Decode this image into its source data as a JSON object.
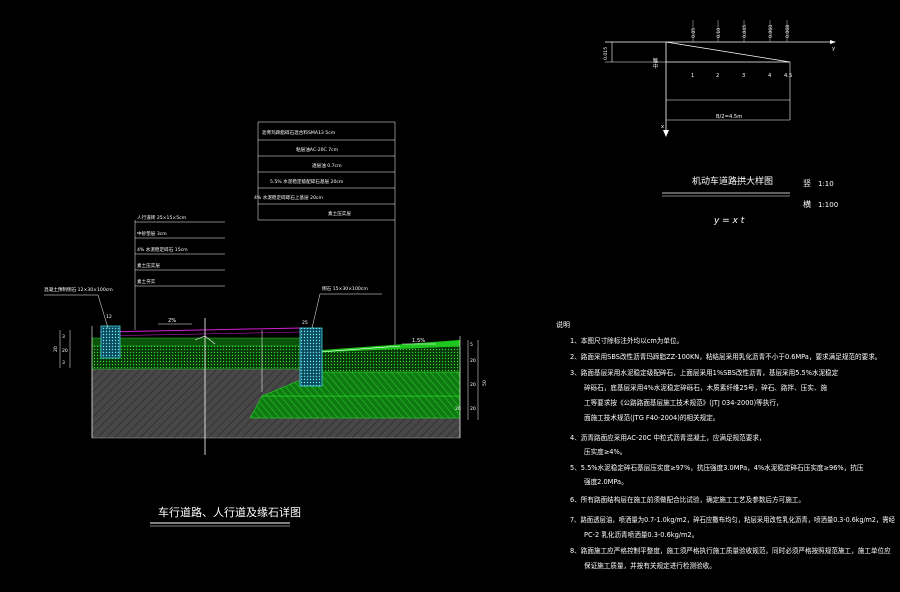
{
  "titles": {
    "main_detail": "车行道路、人行道及缘石详图",
    "crown_detail": "机动车道路拱大样图",
    "formula": "y = x t"
  },
  "scales": {
    "vertical_label": "竖",
    "vertical_value": "1:10",
    "horizontal_label": "横",
    "horizontal_value": "1:100"
  },
  "crown": {
    "top_values": [
      "0.05",
      "0.10",
      "0.045",
      "0.060",
      "0.068"
    ],
    "x_ticks": [
      "1",
      "2",
      "3",
      "4",
      "4.5"
    ],
    "axis_y": "y",
    "axis_x": "x",
    "side_label": "路中",
    "left_value": "0.015",
    "width_label": "B/2=4.5m"
  },
  "roadway_callouts": [
    "沥青玛蹄脂碎石混合料SMA13 5cm",
    "粘层油AC-20C 7cm",
    "透层油 0.7cm",
    "5.5% 水泥稳定级配碎石基层 20cm",
    "4% 水泥稳定碎砾石上基层 20cm",
    "素土压实层"
  ],
  "sidewalk_callouts": [
    "人行道砖 25×15×5cm",
    "中砂垫层 3cm",
    "4% 水泥稳定碎石 15cm",
    "素土压实层",
    "素土夯实"
  ],
  "curb_labels": {
    "left_curb": "混凝土预制侧石 12×30×100cm",
    "right_curb": "侧石 15×30×100cm",
    "left_size": "12",
    "right_size": "25",
    "right_size2": "15"
  },
  "slopes": {
    "sidewalk": "2%",
    "road": "1.5%"
  },
  "dimensions": {
    "left": [
      "3",
      "20",
      "3"
    ],
    "right": [
      "5",
      "20",
      "20",
      "50",
      "20"
    ]
  },
  "notes_title": "说明",
  "notes": [
    "1、本图尺寸除标注外均以cm为单位。",
    "2、路面采用SBS改性沥青玛蹄脂ZZ-100KN，粘结层采用乳化沥青不小于0.6MPa，要求满足规范的要求。",
    "3、路面基层采用水泥稳定级配碎石，上面层采用1%SBS改性沥青，基层采用5.5%水泥稳定",
    "碎砾石，底基层采用4%水泥稳定碎砾石，木质素纤维25号，碎石、路拌、压实、施",
    "工等要求按《公路路面基层施工技术规范》(JTJ 034-2000)等执行，",
    "面施工技术规范(JTG F40-2004)的相关规定。",
    "4、沥青路面应采用AC-20C 中粒式沥青混凝土，应满足规范要求，",
    "压实度≥4%。",
    "5、5.5%水泥稳定碎石基层压实度≥97%，抗压强度3.0MPa，4%水泥稳定碎石压实度≥96%，抗压",
    "强度2.0MPa。",
    "6、所有路面结构层在施工前须做配合比试验，确定施工工艺及参数后方可施工。",
    "7、路面透层油，喷洒量为0.7-1.0kg/m2，碎石应撒布均匀，粘层采用改性乳化沥青，喷洒量0.3-0.6kg/m2，需经",
    "PC-2 乳化沥青喷洒量0.3-0.6kg/m2。",
    "8、路面施工应严格控制平整度，施工须严格执行施工质量验收规范，同时必须严格按照规范施工，施工单位应",
    "保证施工质量，并按有关规定进行检测验收。"
  ],
  "colors": {
    "layer_green": "#1ec71e",
    "subgrade": "#5a5a5a",
    "curb_cyan": "#46d2e6",
    "pavement_magenta": "#d21ed2",
    "line_white": "#ffffff"
  }
}
